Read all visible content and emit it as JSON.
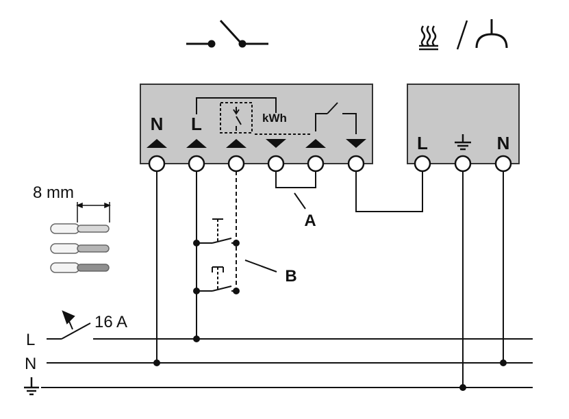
{
  "switch_module": {
    "terminals": [
      "N",
      "L",
      "",
      "",
      "",
      ""
    ],
    "meter_label": "kWh"
  },
  "load_module": {
    "terminals": [
      "L",
      "",
      "N"
    ]
  },
  "callouts": {
    "a": "A",
    "b": "B"
  },
  "strip_length": "8 mm",
  "breaker": "16 A",
  "rails": [
    "L",
    "N",
    ""
  ],
  "icons": {
    "switch": "switch-symbol-icon",
    "load": [
      "heating-icon",
      "lamp-icon"
    ],
    "earth": "earth-ground-icon"
  }
}
